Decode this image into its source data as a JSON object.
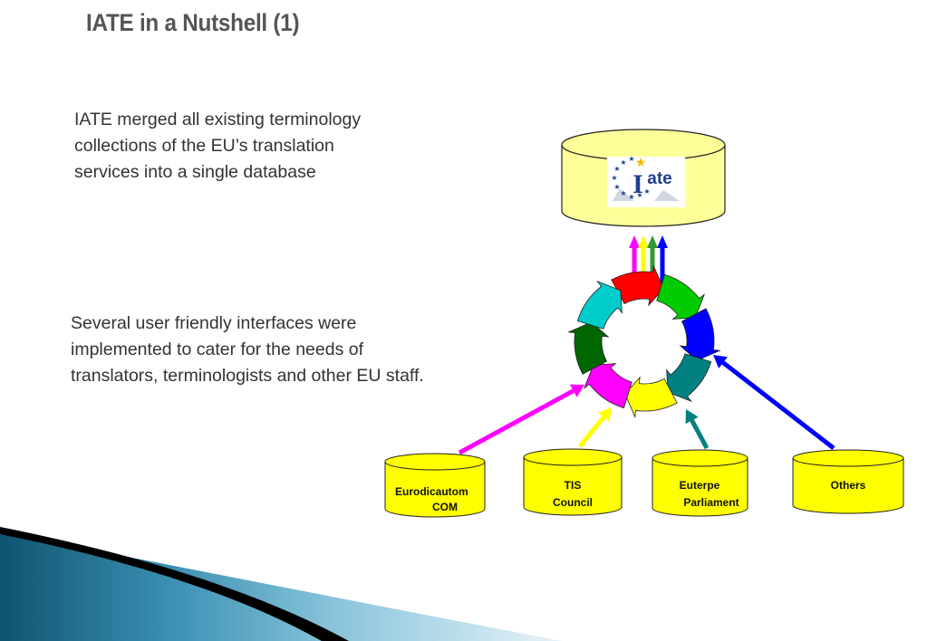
{
  "slide": {
    "title": "IATE in a Nutshell (1)",
    "paragraph_1": [
      "IATE merged all existing terminology",
      "collections of the EU’s translation",
      "services into a single database"
    ],
    "paragraph_2": [
      "Several user friendly interfaces were",
      "implemented to cater for the needs of",
      "translators, terminologists and other EU staff."
    ]
  },
  "diagram": {
    "central_database": {
      "logo_text": "IATE",
      "logo": "iate-eu-stars-logo"
    },
    "sources": [
      {
        "id": "eurodicautom",
        "line1": "Eurodicautom",
        "line2": "COM",
        "arrow_color": "#ff00ff"
      },
      {
        "id": "tis",
        "line1": "TIS",
        "line2": "Council",
        "arrow_color": "#ffff00"
      },
      {
        "id": "euterpe",
        "line1": "Euterpe",
        "line2": "Parliament",
        "arrow_color": "#008080"
      },
      {
        "id": "others",
        "line1": "Others",
        "line2": "",
        "arrow_color": "#0000ff"
      }
    ],
    "cycle_colors": [
      "#ff0000",
      "#00cc00",
      "#0000ff",
      "#008080",
      "#ffff00",
      "#ff00ff",
      "#006600",
      "#00cccc"
    ],
    "up_arrow_colors": [
      "#ff00ff",
      "#ffff00",
      "#339933",
      "#0000ff"
    ],
    "colors": {
      "cylinder_fill": "#ffff99",
      "source_fill": "#ffff00",
      "outline": "#222222"
    }
  }
}
